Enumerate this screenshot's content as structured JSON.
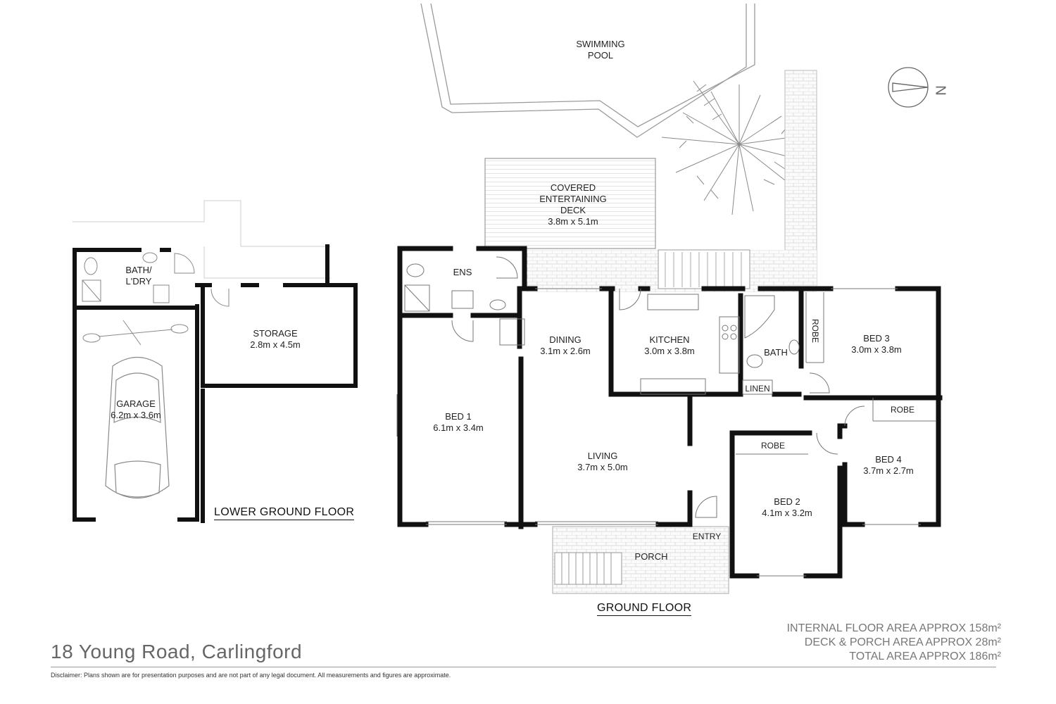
{
  "rooms": {
    "pool": {
      "name": "SWIMMING POOL",
      "line1": "SWIMMING",
      "line2": "POOL"
    },
    "deck": {
      "line1": "COVERED",
      "line2": "ENTERTAINING",
      "line3": "DECK",
      "dims": "3.8m x 5.1m"
    },
    "ens": {
      "name": "ENS"
    },
    "bath_ldry": {
      "line1": "BATH/",
      "line2": "L'DRY"
    },
    "storage": {
      "name": "STORAGE",
      "dims": "2.8m x 4.5m"
    },
    "garage": {
      "name": "GARAGE",
      "dims": "6.2m x 3.6m"
    },
    "dining": {
      "name": "DINING",
      "dims": "3.1m x 2.6m"
    },
    "kitchen": {
      "name": "KITCHEN",
      "dims": "3.0m x 3.8m"
    },
    "bath": {
      "name": "BATH"
    },
    "linen": {
      "name": "LINEN"
    },
    "robe_bed3": {
      "name": "ROBE"
    },
    "bed3": {
      "name": "BED 3",
      "dims": "3.0m x 3.8m"
    },
    "bed1": {
      "name": "BED 1",
      "dims": "6.1m x 3.4m"
    },
    "living": {
      "name": "LIVING",
      "dims": "3.7m x 5.0m"
    },
    "robe_bed2": {
      "name": "ROBE"
    },
    "bed2": {
      "name": "BED 2",
      "dims": "4.1m x 3.2m"
    },
    "robe_bed4": {
      "name": "ROBE"
    },
    "bed4": {
      "name": "BED 4",
      "dims": "3.7m x 2.7m"
    },
    "entry": {
      "name": "ENTRY"
    },
    "porch": {
      "name": "PORCH"
    }
  },
  "floors": {
    "lower": "LOWER GROUND FLOOR",
    "ground": "GROUND FLOOR"
  },
  "areas": {
    "internal": "INTERNAL FLOOR AREA APPROX 158m²",
    "deck_porch": "DECK & PORCH AREA APPROX 28m²",
    "total": "TOTAL AREA APPROX 186m²"
  },
  "address": "18 Young Road, Carlingford",
  "disclaimer": "Disclaimer: Plans shown are for presentation purposes and are not part of any legal document. All measurements and figures are approximate.",
  "compass": {
    "label": "N"
  },
  "colors": {
    "wall": "#111111",
    "line": "#8c8c8c",
    "text": "#222222",
    "area_text": "#777777"
  }
}
